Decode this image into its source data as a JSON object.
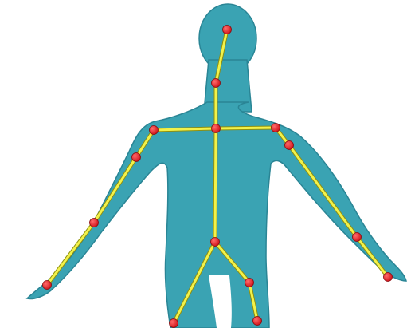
{
  "colors": {
    "background": "#ffffff",
    "body_fill": "#3aa3b3",
    "body_shade": "#2a8595",
    "body_highlight": "#5cc0cf",
    "bone": "#f2f24a",
    "bone_outline": "#8f8f10",
    "joint": "#d3181e",
    "joint_highlight": "#ff6b6b"
  },
  "skeleton": {
    "joints": [
      {
        "id": "head-top"
      },
      {
        "id": "neck"
      },
      {
        "id": "chest"
      },
      {
        "id": "left-shoulder"
      },
      {
        "id": "left-elbow"
      },
      {
        "id": "left-forearm"
      },
      {
        "id": "left-hand"
      },
      {
        "id": "right-shoulder"
      },
      {
        "id": "right-upper-arm"
      },
      {
        "id": "right-forearm"
      },
      {
        "id": "right-hand"
      },
      {
        "id": "pelvis"
      },
      {
        "id": "left-foot"
      },
      {
        "id": "right-knee"
      },
      {
        "id": "right-foot"
      }
    ],
    "bones": [
      [
        "head-top",
        "neck"
      ],
      [
        "neck",
        "chest"
      ],
      [
        "chest",
        "left-shoulder"
      ],
      [
        "chest",
        "right-shoulder"
      ],
      [
        "left-shoulder",
        "left-elbow"
      ],
      [
        "left-elbow",
        "left-forearm"
      ],
      [
        "left-forearm",
        "left-hand"
      ],
      [
        "right-shoulder",
        "right-upper-arm"
      ],
      [
        "right-upper-arm",
        "right-forearm"
      ],
      [
        "right-forearm",
        "right-hand"
      ],
      [
        "chest",
        "pelvis"
      ],
      [
        "pelvis",
        "left-foot"
      ],
      [
        "pelvis",
        "right-knee"
      ],
      [
        "right-knee",
        "right-foot"
      ]
    ]
  }
}
